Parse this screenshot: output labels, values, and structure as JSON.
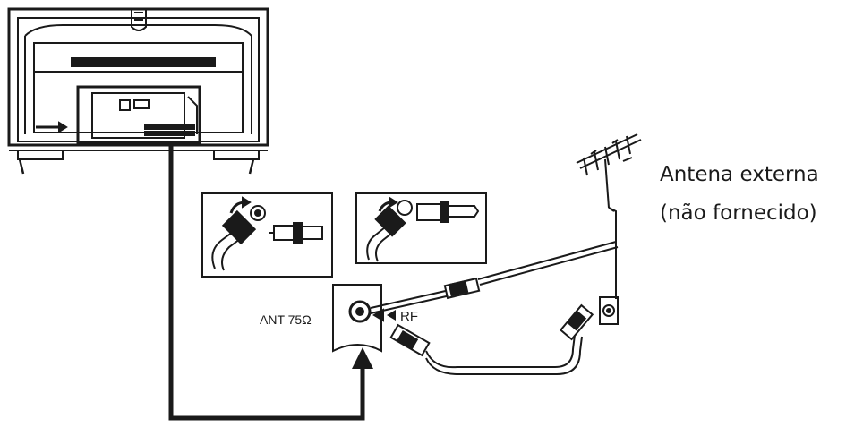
{
  "labels": {
    "ant_port": "ANT 75Ω",
    "rf": "RF",
    "external_antenna_line1": "Antena externa",
    "external_antenna_line2": "(não fornecido)"
  },
  "colors": {
    "ink": "#1a1a1a",
    "background": "#ffffff"
  },
  "icons": [
    "tv-back-panel",
    "coax-plug-push-icon",
    "coax-connector-icon",
    "fm-antenna-icon",
    "wall-socket-icon",
    "arrow-up-icon"
  ]
}
